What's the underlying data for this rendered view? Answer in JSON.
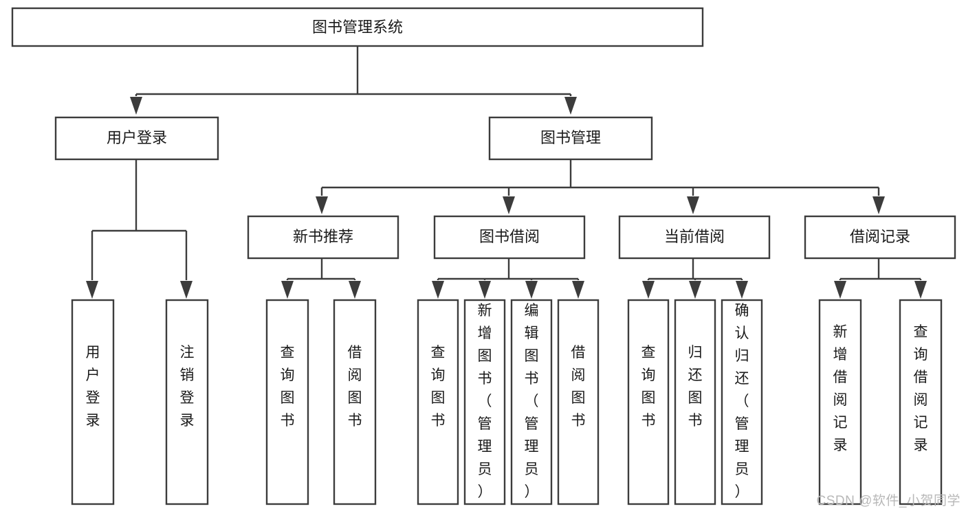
{
  "diagram": {
    "type": "tree",
    "orientation": "top-down",
    "title": "图书管理系统",
    "watermark": "CSDN @软件_小贺同学",
    "colors": {
      "stroke": "#3c3c3c",
      "box_fill": "#ffffff",
      "text": "#1a1a1a",
      "background": "#ffffff",
      "watermark": "#b8b8b8"
    },
    "levels": 4,
    "root": {
      "label": "图书管理系统",
      "children": [
        {
          "label": "用户登录",
          "children": [
            {
              "label": "用户登录",
              "orientation": "vertical"
            },
            {
              "label": "注销登录",
              "orientation": "vertical"
            }
          ]
        },
        {
          "label": "图书管理",
          "children": [
            {
              "label": "新书推荐",
              "children": [
                {
                  "label": "查询图书",
                  "orientation": "vertical"
                },
                {
                  "label": "借阅图书",
                  "orientation": "vertical"
                }
              ]
            },
            {
              "label": "图书借阅",
              "children": [
                {
                  "label": "查询图书",
                  "orientation": "vertical"
                },
                {
                  "label": "新增图书（管理员）",
                  "orientation": "vertical"
                },
                {
                  "label": "编辑图书（管理员）",
                  "orientation": "vertical"
                },
                {
                  "label": "借阅图书",
                  "orientation": "vertical"
                }
              ]
            },
            {
              "label": "当前借阅",
              "children": [
                {
                  "label": "查询图书",
                  "orientation": "vertical"
                },
                {
                  "label": "归还图书",
                  "orientation": "vertical"
                },
                {
                  "label": "确认归还（管理员）",
                  "orientation": "vertical"
                }
              ]
            },
            {
              "label": "借阅记录",
              "children": [
                {
                  "label": "新增借阅记录",
                  "orientation": "vertical"
                },
                {
                  "label": "查询借阅记录",
                  "orientation": "vertical"
                }
              ]
            }
          ]
        }
      ]
    },
    "nodes": {
      "root": {
        "label": "图书管理系统"
      },
      "l1": [
        {
          "key": "user_login",
          "label": "用户登录"
        },
        {
          "key": "book_manage",
          "label": "图书管理"
        }
      ],
      "l2": [
        {
          "key": "new_book",
          "label": "新书推荐"
        },
        {
          "key": "book_borrow",
          "label": "图书借阅"
        },
        {
          "key": "current_borrow",
          "label": "当前借阅"
        },
        {
          "key": "borrow_record",
          "label": "借阅记录"
        }
      ],
      "leaves": [
        {
          "key": "leaf_1",
          "label": "用户登录"
        },
        {
          "key": "leaf_2",
          "label": "注销登录"
        },
        {
          "key": "leaf_3",
          "label": "查询图书"
        },
        {
          "key": "leaf_4",
          "label": "借阅图书"
        },
        {
          "key": "leaf_5",
          "label": "查询图书"
        },
        {
          "key": "leaf_6",
          "label": "新增图书（管理员）"
        },
        {
          "key": "leaf_7",
          "label": "编辑图书（管理员）"
        },
        {
          "key": "leaf_8",
          "label": "借阅图书"
        },
        {
          "key": "leaf_9",
          "label": "查询图书"
        },
        {
          "key": "leaf_10",
          "label": "归还图书"
        },
        {
          "key": "leaf_11",
          "label": "确认归还（管理员）"
        },
        {
          "key": "leaf_12",
          "label": "新增借阅记录"
        },
        {
          "key": "leaf_13",
          "label": "查询借阅记录"
        }
      ]
    }
  }
}
